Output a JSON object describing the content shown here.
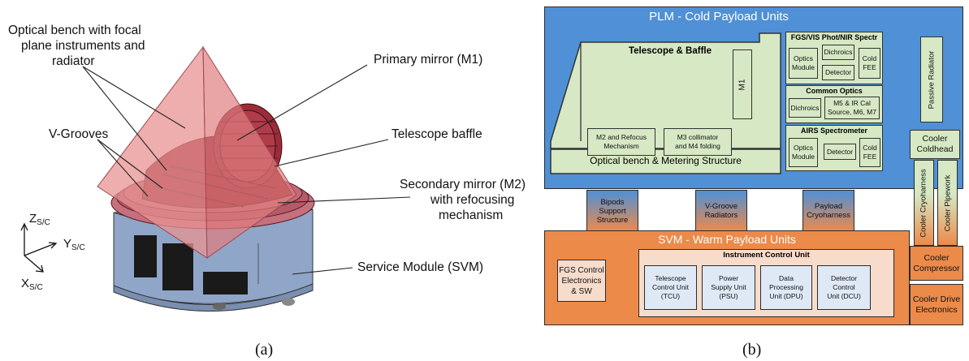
{
  "left_figure": {
    "labels": {
      "optical_bench": [
        "Optical bench with focal",
        "plane instruments and",
        "radiator"
      ],
      "primary_mirror": "Primary mirror (M1)",
      "v_grooves": "V-Grooves",
      "telescope_baffle": "Telescope baffle",
      "secondary_mirror": [
        "Secondary mirror (M2)",
        "with refocusing",
        "mechanism"
      ],
      "service_module": "Service Module (SVM)"
    },
    "axes": {
      "z": "Z",
      "y": "Y",
      "x": "X",
      "subscript": "S/C"
    },
    "caption": "(a)"
  },
  "right_figure": {
    "plm_title": "PLM - Cold Payload Units",
    "telescope_baffle": "Telescope & Baffle",
    "m1": "M1",
    "m2_refocus": [
      "M2 and Refocus",
      "Mechanism"
    ],
    "m3_collimator": [
      "M3 collimator",
      "and M4 folding"
    ],
    "optical_bench": "Optical bench & Metering Structure",
    "fgs_title": "FGS/VIS Phot/NIR Spectr",
    "fgs_optics": [
      "Optics",
      "Module"
    ],
    "fgs_dichroics": "Dichroics",
    "fgs_detector": "Detector",
    "fgs_cold_fee": [
      "Cold",
      "FEE"
    ],
    "common_title": "Common Optics",
    "common_dichroics": "Dichroics",
    "common_m5": [
      "M5 & IR Cal",
      "Source, M6, M7"
    ],
    "airs_title": "AIRS Spectrometer",
    "airs_optics": [
      "Optics",
      "Module"
    ],
    "airs_detector": "Detector",
    "airs_cold_fee": [
      "Cold",
      "FEE"
    ],
    "passive_radiator": "Passive Radiator",
    "cooler_coldhead": [
      "Cooler",
      "Coldhead"
    ],
    "cooler_cryoharness": "Cooler Cryoharness",
    "cooler_pipework": "Cooler Pipework",
    "bipods": [
      "Bipods",
      "Support",
      "Structure"
    ],
    "vgroove_radiators": [
      "V-Groove",
      "Radiators"
    ],
    "payload_cryoharness": [
      "Payload",
      "Cryoharness"
    ],
    "svm_title": "SVM - Warm Payload Units",
    "fgs_control": [
      "FGS Control",
      "Electronics",
      "& SW"
    ],
    "icu_title": "Instrument Control Unit",
    "tcu": [
      "Telescope",
      "Control Unit",
      "(TCU)"
    ],
    "psu": [
      "Power",
      "Supply Unit",
      "(PSU)"
    ],
    "dpu": [
      "Data",
      "Processing",
      "Unit (DPU)"
    ],
    "dcu": [
      "Detector",
      "Control",
      "Unit (DCU)"
    ],
    "cooler_compressor": [
      "Cooler",
      "Compressor"
    ],
    "cooler_drive": [
      "Cooler Drive",
      "Electronics"
    ],
    "caption": "(b)",
    "colors": {
      "plm_blue": "#4f90d6",
      "svm_orange": "#ec8a4a",
      "green_box": "#d6e8c4",
      "icu_box": "#dfe9f6"
    }
  }
}
